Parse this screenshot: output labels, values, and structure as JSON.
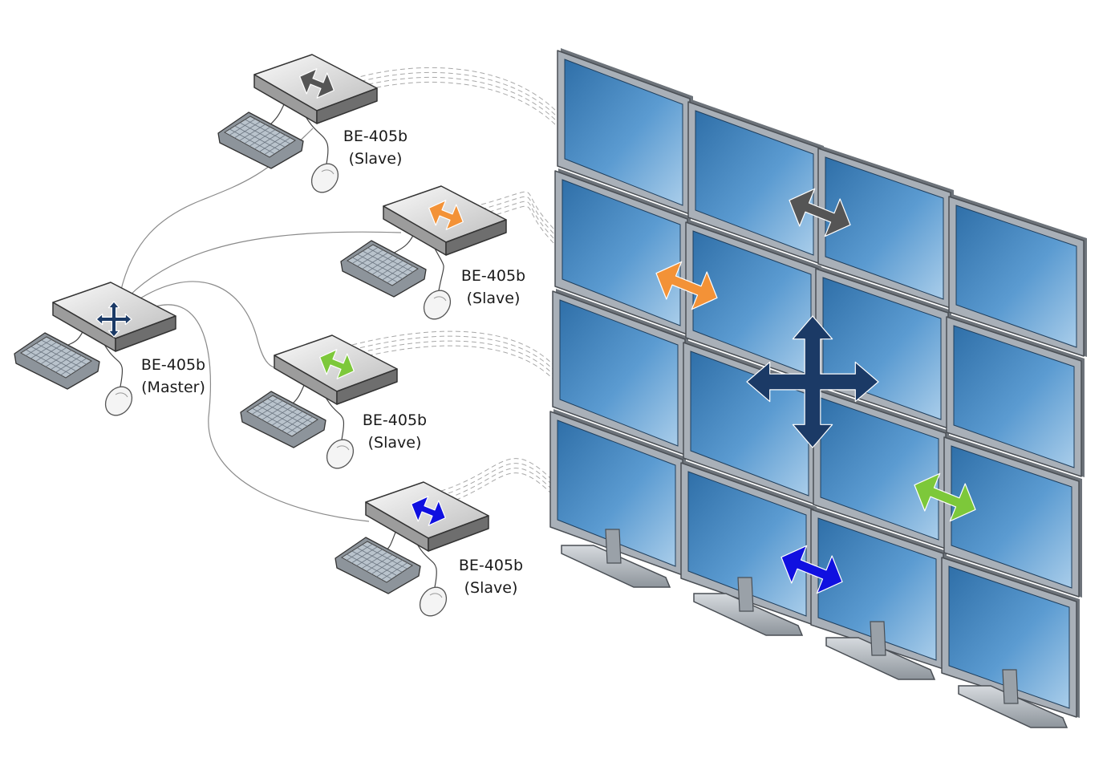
{
  "devices": [
    {
      "id": "slave-gray",
      "model": "BE-405b",
      "role": "(Slave)",
      "arrow": "double-arrow-icon",
      "color": "#555555"
    },
    {
      "id": "slave-orange",
      "model": "BE-405b",
      "role": "(Slave)",
      "arrow": "double-arrow-icon",
      "color": "#f39237"
    },
    {
      "id": "master",
      "model": "BE-405b",
      "role": "(Master)",
      "arrow": "four-way-arrow-icon",
      "color": "#1b3a66"
    },
    {
      "id": "slave-green",
      "model": "BE-405b",
      "role": "(Slave)",
      "arrow": "double-arrow-icon",
      "color": "#7dc83a"
    },
    {
      "id": "slave-blue",
      "model": "BE-405b",
      "role": "(Slave)",
      "arrow": "double-arrow-icon",
      "color": "#1010e0"
    }
  ],
  "video_wall": {
    "rows": 4,
    "columns": 4,
    "screen_color": "#4d8fc8",
    "bezel_color": "#a9b0b8",
    "arrows": [
      {
        "name": "wall-arrow-gray",
        "color": "#555555"
      },
      {
        "name": "wall-arrow-orange",
        "color": "#f39237"
      },
      {
        "name": "wall-arrow-master",
        "color": "#1b3a66"
      },
      {
        "name": "wall-arrow-green",
        "color": "#7dc83a"
      },
      {
        "name": "wall-arrow-blue",
        "color": "#1010e0"
      }
    ]
  }
}
